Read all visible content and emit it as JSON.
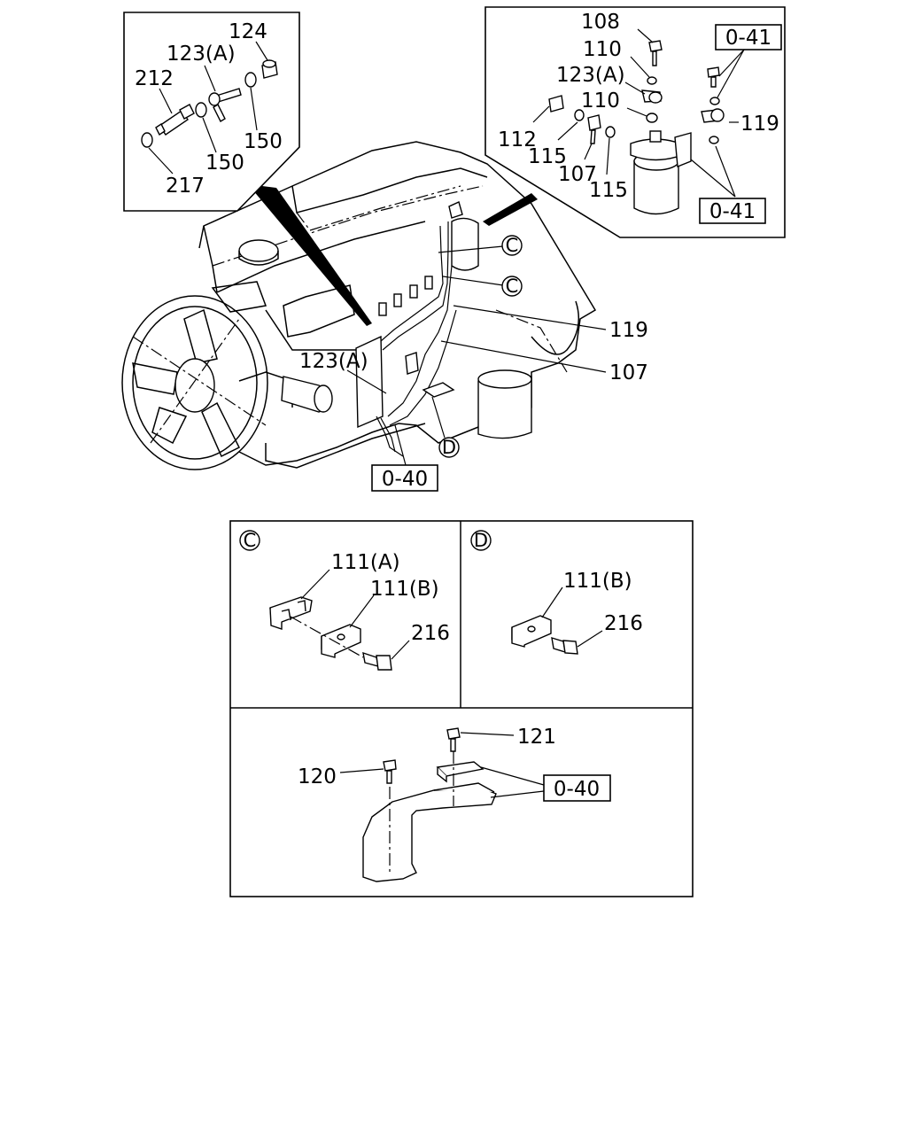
{
  "inset_top_left": {
    "labels": {
      "p124": "124",
      "p123a": "123(A)",
      "p212": "212",
      "p150_upper": "150",
      "p150_lower": "150",
      "p217": "217"
    }
  },
  "inset_top_right": {
    "labels": {
      "p108": "108",
      "p110_upper": "110",
      "p123a": "123(A)",
      "p110_lower": "110",
      "p112": "112",
      "p115_left": "115",
      "p107": "107",
      "p115_right": "115",
      "p119": "119"
    },
    "refs": {
      "ref_upper": "0-41",
      "ref_lower": "0-41"
    }
  },
  "engine_view": {
    "labels": {
      "p119": "119",
      "p107": "107",
      "p123a": "123(A)"
    },
    "callouts": {
      "c_upper": "C",
      "c_lower": "C",
      "d": "D"
    },
    "refs": {
      "ref_040": "0-40"
    }
  },
  "detail_c": {
    "title": "C",
    "labels": {
      "p111a": "111(A)",
      "p111b": "111(B)",
      "p216": "216"
    }
  },
  "detail_d": {
    "title": "D",
    "labels": {
      "p111b": "111(B)",
      "p216": "216"
    }
  },
  "detail_bracket": {
    "labels": {
      "p121": "121",
      "p120": "120"
    },
    "refs": {
      "ref_040": "0-40"
    }
  }
}
